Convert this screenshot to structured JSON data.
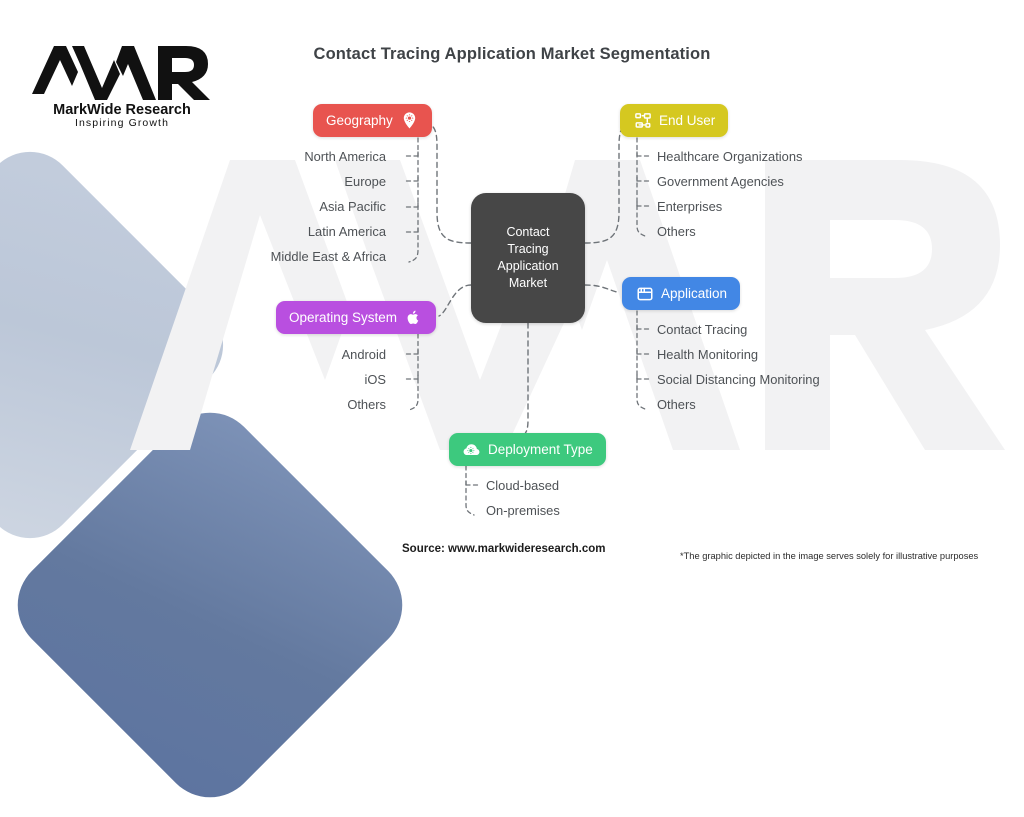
{
  "brand": {
    "mark": "MWR",
    "name": "MarkWide Research",
    "tagline": "Inspiring Growth",
    "watermark": "MWR"
  },
  "header": {
    "title": "Contact Tracing Application Market Segmentation"
  },
  "center": {
    "name": "center-node",
    "lines": [
      "Contact",
      "Tracing",
      "Application",
      "Market"
    ],
    "text": "Contact Tracing Application Market",
    "color": "#474747"
  },
  "branches": [
    {
      "id": "geography",
      "label": "Geography",
      "icon": "map-pin-gear-icon",
      "color": "#e8544f",
      "side": "left",
      "items": [
        "North America",
        "Europe",
        "Asia Pacific",
        "Latin America",
        "Middle East & Africa"
      ]
    },
    {
      "id": "end-user",
      "label": "End User",
      "icon": "sitemap-icon",
      "color": "#d5c820",
      "side": "right",
      "items": [
        "Healthcare Organizations",
        "Government Agencies",
        "Enterprises",
        "Others"
      ]
    },
    {
      "id": "application",
      "label": "Application",
      "icon": "browser-window-icon",
      "color": "#4287e5",
      "side": "right",
      "items": [
        "Contact Tracing",
        "Health Monitoring",
        "Social Distancing Monitoring",
        "Others"
      ]
    },
    {
      "id": "operating-system",
      "label": "Operating System",
      "icon": "apple-icon",
      "color": "#b94fe0",
      "side": "left",
      "items": [
        "Android",
        "iOS",
        "Others"
      ]
    },
    {
      "id": "deployment-type",
      "label": "Deployment Type",
      "icon": "cloud-gear-icon",
      "color": "#3dc97e",
      "side": "bottom",
      "items": [
        "Cloud-based",
        "On-premises"
      ]
    }
  ],
  "footer": {
    "source": "Source: www.markwideresearch.com",
    "disclaimer": "*The graphic depicted in the image serves solely for illustrative purposes"
  }
}
